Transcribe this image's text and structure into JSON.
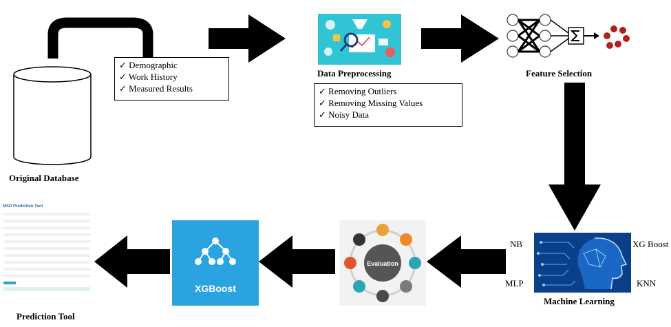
{
  "nodes": {
    "database": "Original Database",
    "preprocessing": "Data Preprocessing",
    "feature_selection": "Feature Selection",
    "machine_learning": "Machine Learning",
    "evaluation": "Evaluation",
    "xgboost": "XGBoost",
    "prediction_tool": "Prediction Tool"
  },
  "database_attributes": [
    "Demographic",
    "Work History",
    "Measured Results"
  ],
  "preprocessing_steps": [
    "Removing Outliers",
    "Removing Missing Values",
    "Noisy Data"
  ],
  "ml_models": [
    "NB",
    "MLP",
    "XG Boost",
    "KNN"
  ],
  "check_mark": "✓",
  "tool_screenshot": {
    "title": "MSD Prediction Tool"
  },
  "colors": {
    "arrow": "#000000",
    "xgboost_bg": "#2aa3e0",
    "ml_bg": "#0b3f8a",
    "eval_center": "#555555"
  }
}
